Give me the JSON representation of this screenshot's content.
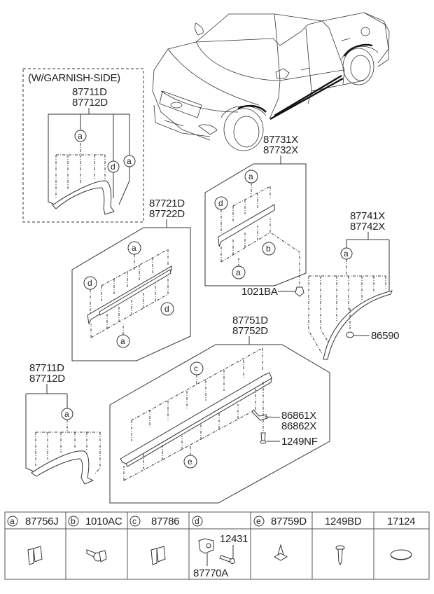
{
  "diagram": {
    "title": "Body side moulding / wheel arch garnish parts diagram",
    "groups": {
      "garnish_side": {
        "note": "(W/GARNISH-SIDE)",
        "part_numbers": [
          "87711D",
          "87712D"
        ],
        "callouts": [
          "a",
          "d",
          "a"
        ]
      },
      "front_door": {
        "part_numbers": [
          "87721D",
          "87722D"
        ],
        "callouts": [
          "a",
          "d",
          "d",
          "a"
        ]
      },
      "rear_door": {
        "part_numbers": [
          "87731X",
          "87732X"
        ],
        "callouts": [
          "a",
          "d",
          "b",
          "a"
        ],
        "fastener": "1021BA"
      },
      "rear_arch": {
        "part_numbers": [
          "87741X",
          "87742X"
        ],
        "callouts": [
          "a"
        ],
        "fastener": "86590"
      },
      "side_sill": {
        "part_numbers": [
          "87751D",
          "87752D"
        ],
        "callouts": [
          "c",
          "e"
        ],
        "bracket": [
          "86861X",
          "86862X"
        ],
        "screw": "1249NF"
      },
      "front_arch": {
        "part_numbers": [
          "87711D",
          "87712D"
        ],
        "callouts": [
          "a"
        ]
      }
    }
  },
  "legend_table": {
    "columns": [
      {
        "key": "a",
        "part": "87756J",
        "icon": "clip-icon"
      },
      {
        "key": "b",
        "part": "1010AC",
        "icon": "push-pin-icon"
      },
      {
        "key": "c",
        "part": "87786",
        "icon": "clip-icon"
      },
      {
        "key": "d",
        "part": "",
        "icon": "bracket-clip-icon",
        "sub_parts": [
          "12431",
          "87770A"
        ]
      },
      {
        "key": "e",
        "part": "87759D",
        "icon": "fastener-icon"
      },
      {
        "key": "",
        "part": "1249BD",
        "icon": "screw-icon"
      },
      {
        "key": "",
        "part": "17124",
        "icon": "plug-icon"
      }
    ]
  }
}
